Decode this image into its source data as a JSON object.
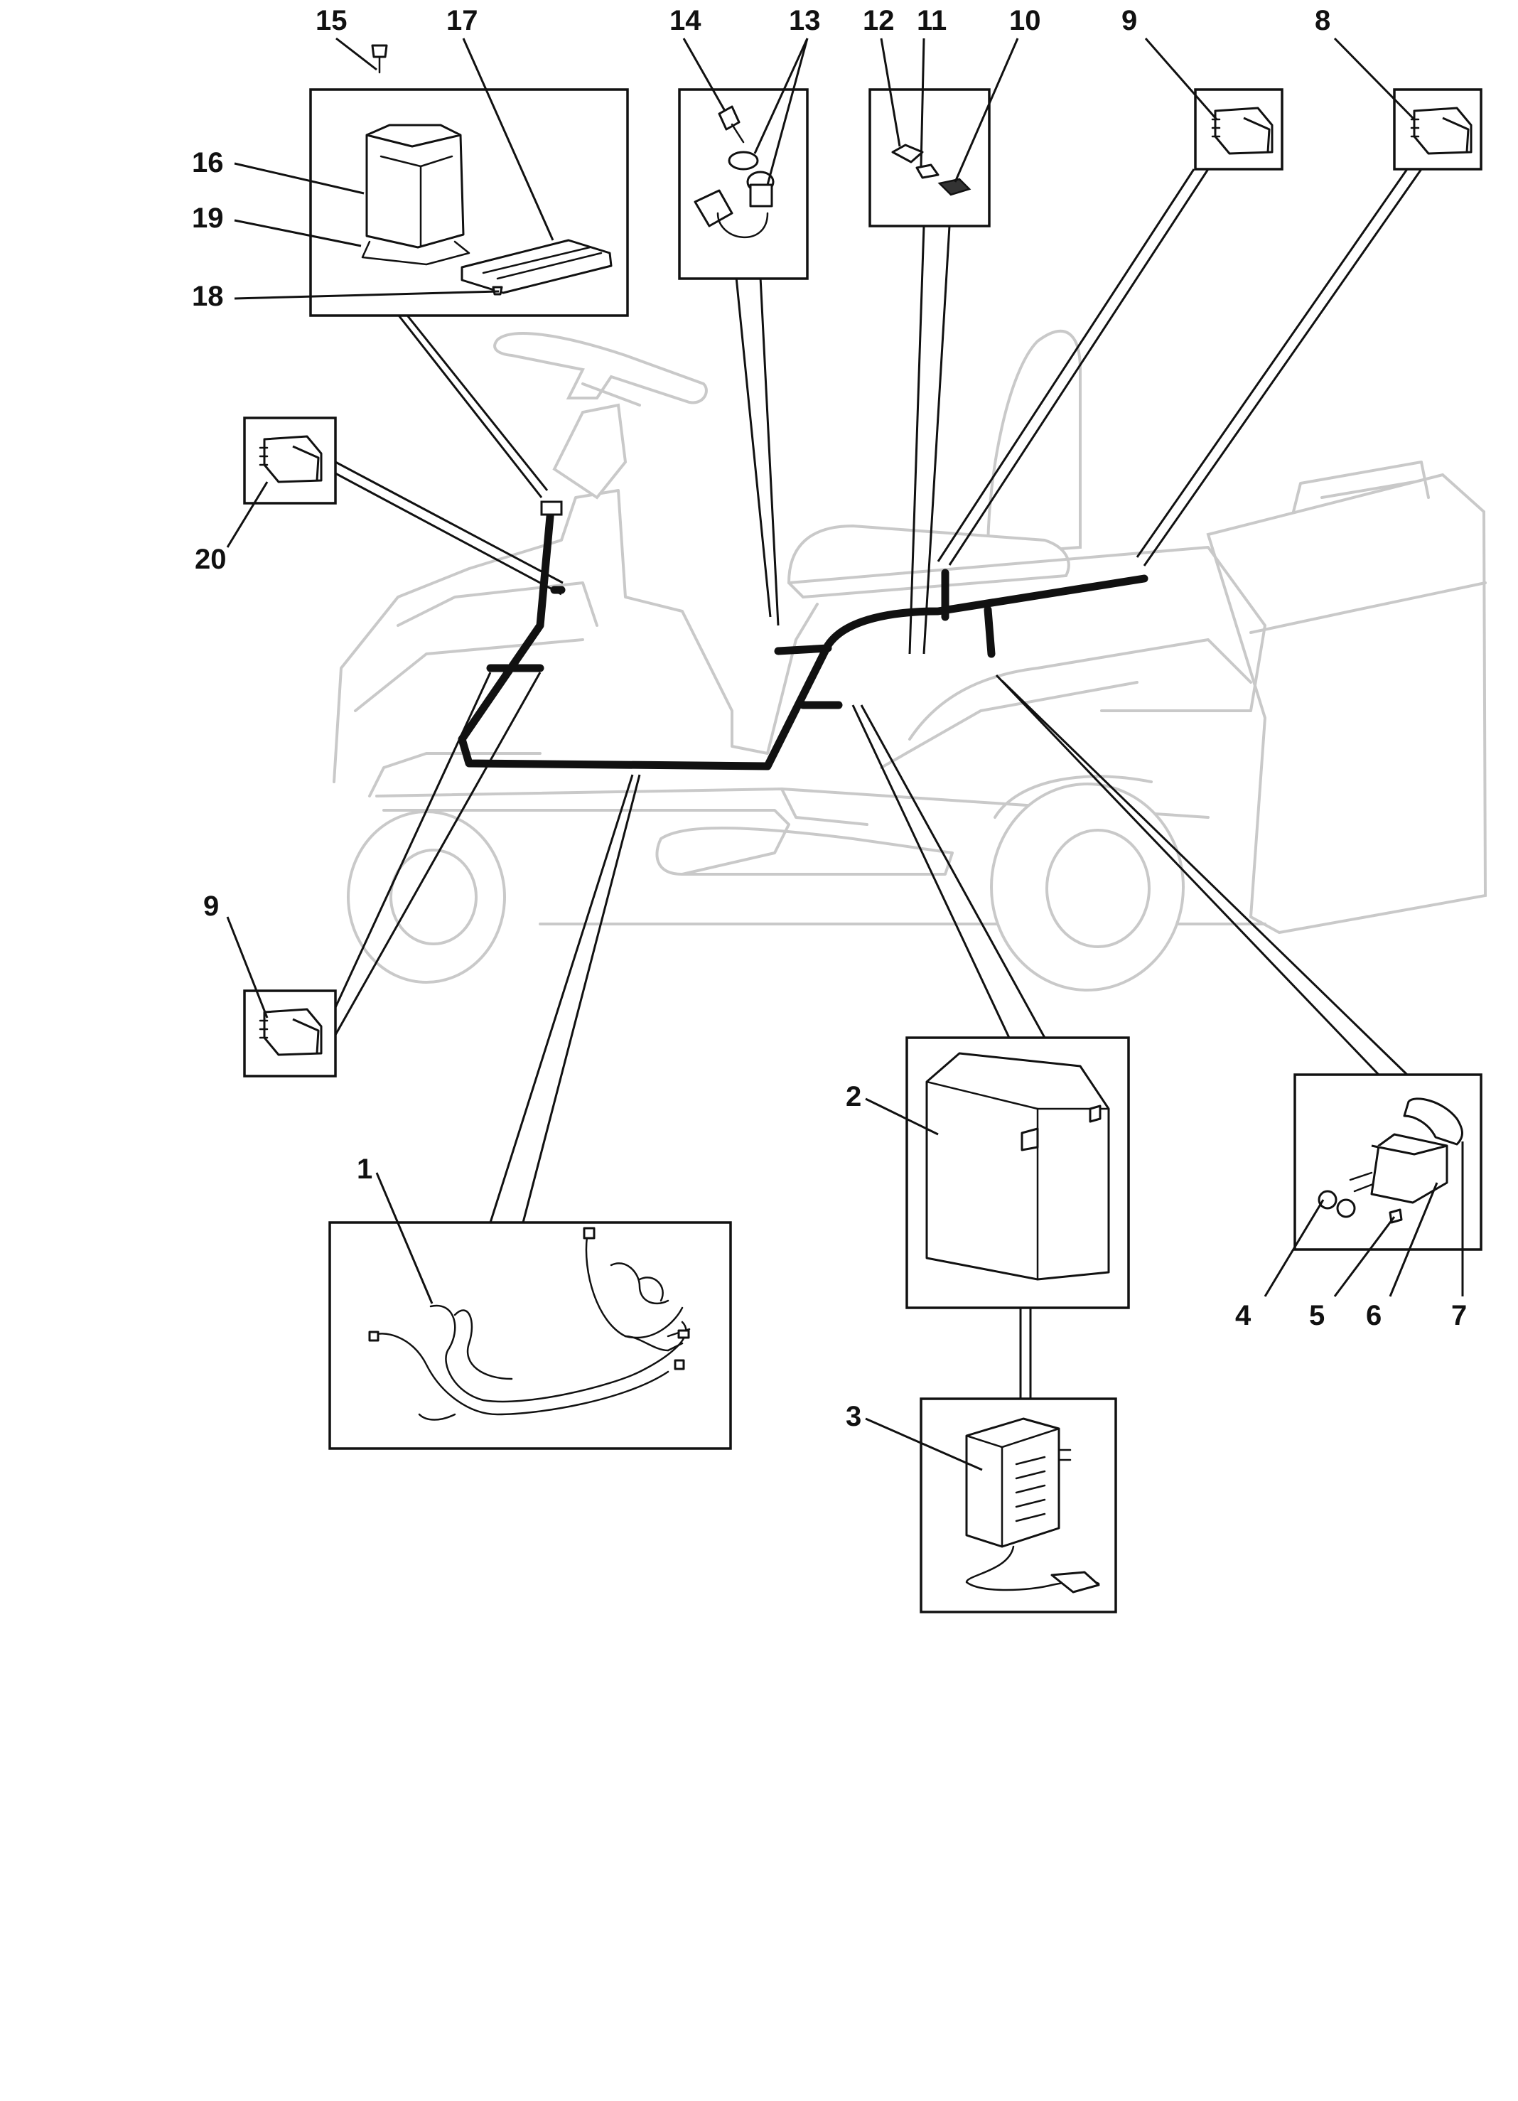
{
  "callouts": [
    {
      "id": "c15",
      "label": "15"
    },
    {
      "id": "c17",
      "label": "17"
    },
    {
      "id": "c14",
      "label": "14"
    },
    {
      "id": "c13",
      "label": "13"
    },
    {
      "id": "c12",
      "label": "12"
    },
    {
      "id": "c11",
      "label": "11"
    },
    {
      "id": "c10",
      "label": "10"
    },
    {
      "id": "c9a",
      "label": "9"
    },
    {
      "id": "c8",
      "label": "8"
    },
    {
      "id": "c16",
      "label": "16"
    },
    {
      "id": "c19",
      "label": "19"
    },
    {
      "id": "c18",
      "label": "18"
    },
    {
      "id": "c20",
      "label": "20"
    },
    {
      "id": "c9b",
      "label": "9"
    },
    {
      "id": "c2",
      "label": "2"
    },
    {
      "id": "c1",
      "label": "1"
    },
    {
      "id": "c3",
      "label": "3"
    },
    {
      "id": "c4",
      "label": "4"
    },
    {
      "id": "c5",
      "label": "5"
    },
    {
      "id": "c6",
      "label": "6"
    },
    {
      "id": "c7",
      "label": "7"
    }
  ]
}
